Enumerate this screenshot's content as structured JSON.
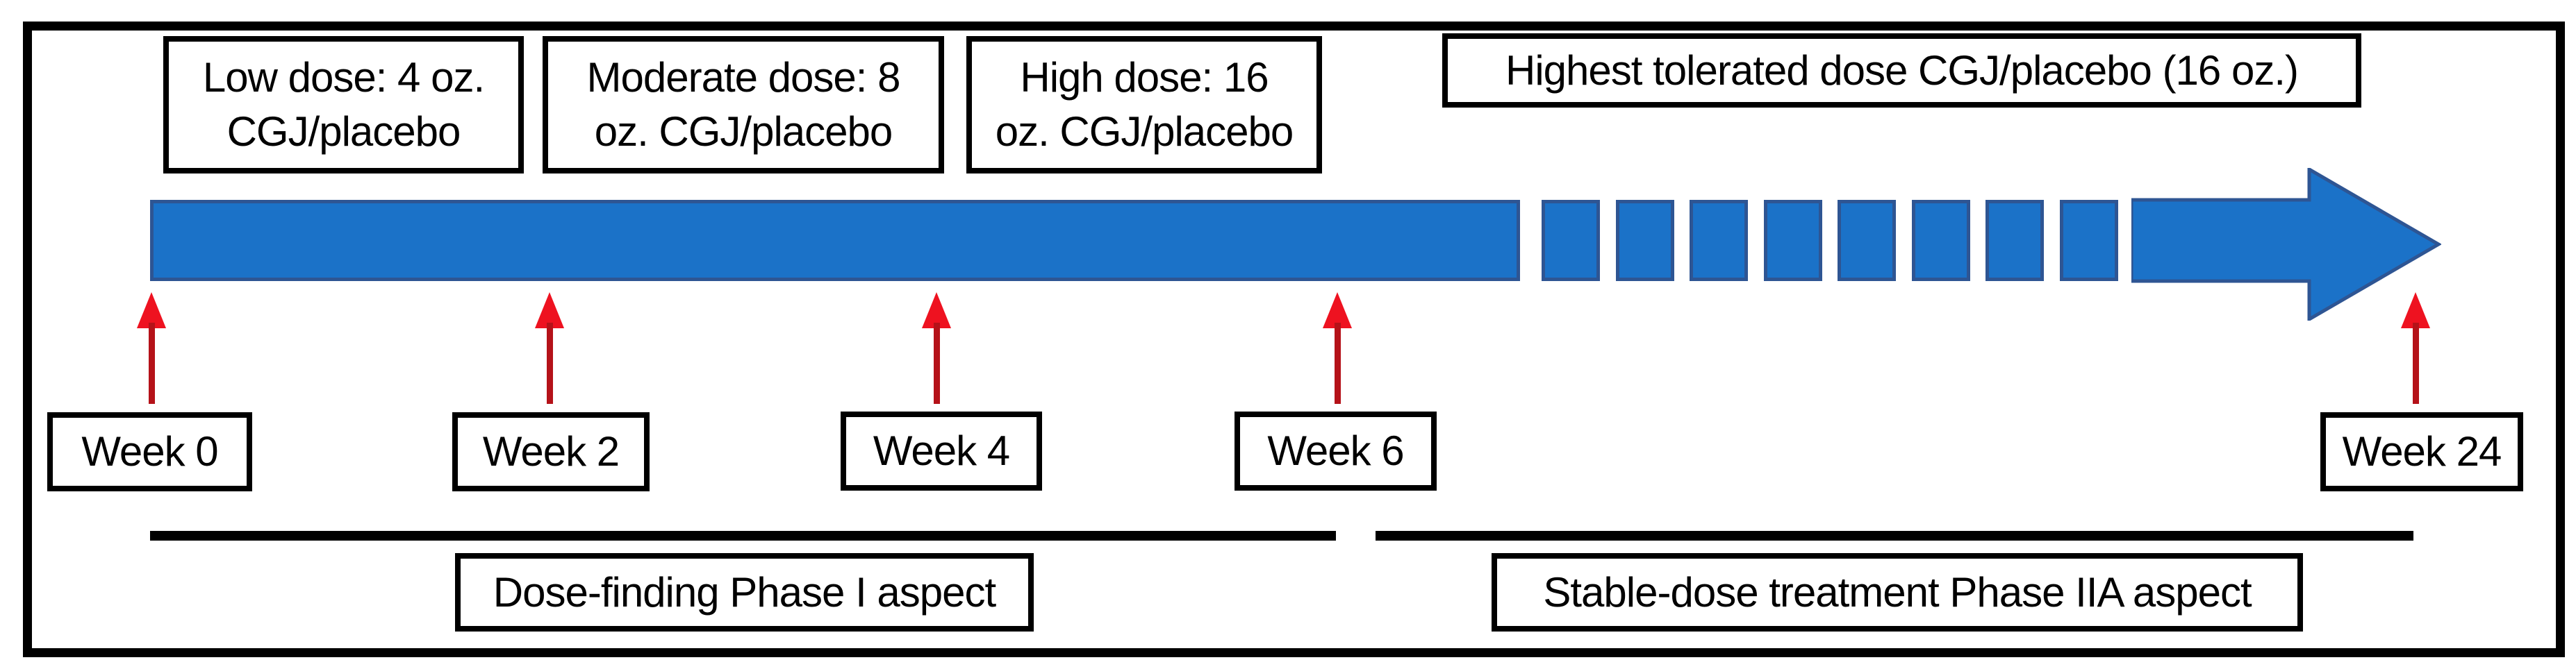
{
  "diagram_type": "clinical-trial-timeline",
  "dose_boxes": [
    {
      "id": "low-dose",
      "lines": [
        "Low dose: 4 oz.",
        "CGJ/placebo"
      ]
    },
    {
      "id": "moderate-dose",
      "lines": [
        "Moderate dose: 8",
        "oz. CGJ/placebo"
      ]
    },
    {
      "id": "high-dose",
      "lines": [
        "High dose: 16",
        "oz. CGJ/placebo"
      ]
    },
    {
      "id": "highest-tolerated-dose",
      "lines": [
        "Highest tolerated dose CGJ/placebo (16 oz.)"
      ]
    }
  ],
  "week_markers": [
    "Week 0",
    "Week 2",
    "Week 4",
    "Week 6",
    "Week 24"
  ],
  "phase_labels": [
    "Dose-finding Phase I aspect",
    "Stable-dose treatment Phase IIA aspect"
  ],
  "timeline": {
    "style": "solid bar, then dashed segments, ending in arrowhead",
    "dash_count": 8,
    "fill_color": "#1b72c8",
    "stroke_color": "#2e5593"
  },
  "marker_arrows": {
    "count": 5,
    "head_color": "#ee1220",
    "stem_color": "#b51219"
  }
}
